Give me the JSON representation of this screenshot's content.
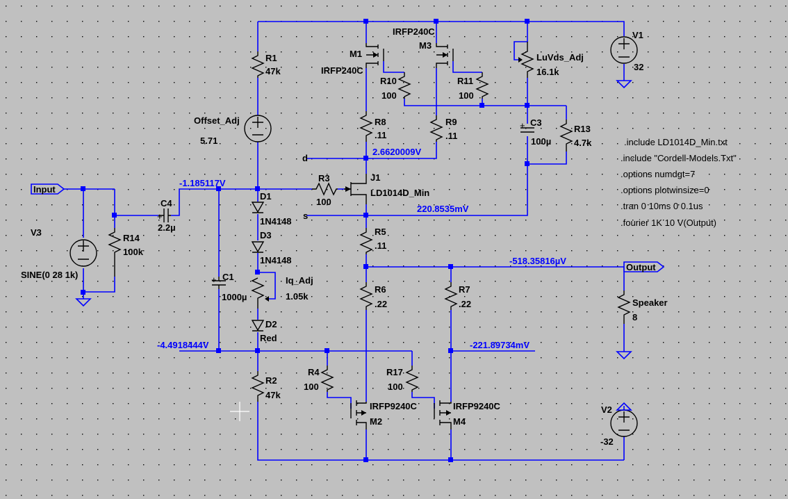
{
  "directives": [
    ".include LD1014D_Min.txt",
    ".include \"Cordell-Models.Txt\"",
    ".options numdgt=7",
    ".options plotwinsize=0",
    ".tran 0 10ms 0 0.1us",
    ".fourier 1K 10 V(Output)"
  ],
  "labels": {
    "input": "Input",
    "output": "Output",
    "d": "d",
    "s": "s"
  },
  "node_voltages": {
    "v_c4": "-1.185117V",
    "v_drain_j1": "2.6620009V",
    "v_source_j1": "220.8535mV",
    "v_output": "-518.35816µV",
    "v_c1": "-4.4918444V",
    "v_m4_gate": "-221.89734mV"
  },
  "components": {
    "V1": {
      "name": "V1",
      "value": "32"
    },
    "V2": {
      "name": "V2",
      "value": "-32"
    },
    "V3": {
      "name": "V3",
      "value": "SINE(0 28 1k)"
    },
    "R1": {
      "name": "R1",
      "value": "47k"
    },
    "R2": {
      "name": "R2",
      "value": "47k"
    },
    "R3": {
      "name": "R3",
      "value": "100"
    },
    "R4": {
      "name": "R4",
      "value": "100"
    },
    "R5": {
      "name": "R5",
      "value": ".11"
    },
    "R6": {
      "name": "R6",
      "value": ".22"
    },
    "R7": {
      "name": "R7",
      "value": ".22"
    },
    "R8": {
      "name": "R8",
      "value": ".11"
    },
    "R9": {
      "name": "R9",
      "value": ".11"
    },
    "R10": {
      "name": "R10",
      "value": "100"
    },
    "R11": {
      "name": "R11",
      "value": "100"
    },
    "R13": {
      "name": "R13",
      "value": "4.7k"
    },
    "R14": {
      "name": "R14",
      "value": "100k"
    },
    "R17": {
      "name": "R17",
      "value": "100"
    },
    "C1": {
      "name": "C1",
      "value": "1000µ"
    },
    "C3": {
      "name": "C3",
      "value": "100µ"
    },
    "C4": {
      "name": "C4",
      "value": "2.2µ"
    },
    "D1": {
      "name": "D1",
      "value": "1N4148"
    },
    "D2": {
      "name": "D2",
      "value": "Red"
    },
    "D3": {
      "name": "D3",
      "value": "1N4148"
    },
    "J1": {
      "name": "J1",
      "value": "LD1014D_Min"
    },
    "M1": {
      "name": "M1",
      "value": "IRFP240C"
    },
    "M2": {
      "name": "M2",
      "value": "IRFP9240C"
    },
    "M3": {
      "name": "M3",
      "value": "IRFP240C"
    },
    "M4": {
      "name": "M4",
      "value": "IRFP9240C"
    },
    "Offset_Adj": {
      "name": "Offset_Adj",
      "value": "5.71"
    },
    "LuVds_Adj": {
      "name": "LuVds_Adj",
      "value": "16.1k"
    },
    "Iq_Adj": {
      "name": "Iq_Adj",
      "value": "1.05k"
    },
    "Speaker": {
      "name": "Speaker",
      "value": "8"
    }
  },
  "colors": {
    "wire": "#0000ff",
    "background": "#c0c0c0",
    "grid_dot": "#000000",
    "text": "#000000"
  }
}
